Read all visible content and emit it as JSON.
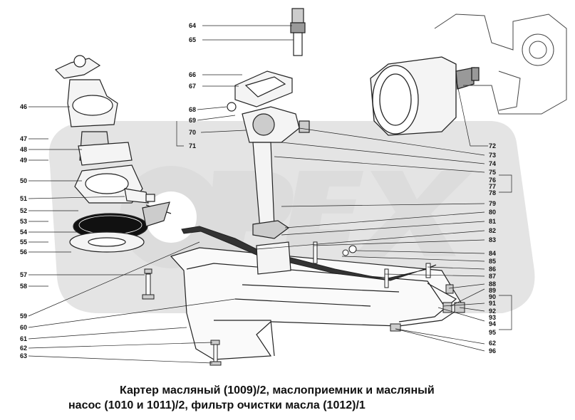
{
  "caption": {
    "line1": "Картер масляный (1009)/2, маслоприемник и масляный",
    "line2": "насос (1010 и 1011)/2, фильтр очистки масла (1012)/1"
  },
  "watermark": {
    "text": "OREX",
    "color": "#cfcfcf"
  },
  "callouts": [
    {
      "id": "c64",
      "text": "64"
    },
    {
      "id": "c65",
      "text": "65"
    },
    {
      "id": "c66",
      "text": "66"
    },
    {
      "id": "c67",
      "text": "67"
    },
    {
      "id": "c68",
      "text": "68"
    },
    {
      "id": "c69",
      "text": "69"
    },
    {
      "id": "c70",
      "text": "70"
    },
    {
      "id": "c71",
      "text": "71"
    },
    {
      "id": "c46",
      "text": "46"
    },
    {
      "id": "c47",
      "text": "47"
    },
    {
      "id": "c48",
      "text": "48"
    },
    {
      "id": "c49",
      "text": "49"
    },
    {
      "id": "c50",
      "text": "50"
    },
    {
      "id": "c51",
      "text": "51"
    },
    {
      "id": "c52",
      "text": "52"
    },
    {
      "id": "c53",
      "text": "53"
    },
    {
      "id": "c54",
      "text": "54"
    },
    {
      "id": "c55",
      "text": "55"
    },
    {
      "id": "c56",
      "text": "56"
    },
    {
      "id": "c57",
      "text": "57"
    },
    {
      "id": "c58",
      "text": "58"
    },
    {
      "id": "c59",
      "text": "59"
    },
    {
      "id": "c60",
      "text": "60"
    },
    {
      "id": "c61",
      "text": "61"
    },
    {
      "id": "c62a",
      "text": "62"
    },
    {
      "id": "c63",
      "text": "63"
    },
    {
      "id": "c72",
      "text": "72"
    },
    {
      "id": "c73",
      "text": "73"
    },
    {
      "id": "c74",
      "text": "74"
    },
    {
      "id": "c75",
      "text": "75"
    },
    {
      "id": "c76",
      "text": "76"
    },
    {
      "id": "c77",
      "text": "77"
    },
    {
      "id": "c78",
      "text": "78"
    },
    {
      "id": "c79",
      "text": "79"
    },
    {
      "id": "c80",
      "text": "80"
    },
    {
      "id": "c81",
      "text": "81"
    },
    {
      "id": "c82",
      "text": "82"
    },
    {
      "id": "c83",
      "text": "83"
    },
    {
      "id": "c84",
      "text": "84"
    },
    {
      "id": "c85",
      "text": "85"
    },
    {
      "id": "c86",
      "text": "86"
    },
    {
      "id": "c87",
      "text": "87"
    },
    {
      "id": "c88",
      "text": "88"
    },
    {
      "id": "c89",
      "text": "89"
    },
    {
      "id": "c90",
      "text": "90"
    },
    {
      "id": "c91",
      "text": "91"
    },
    {
      "id": "c92",
      "text": "92"
    },
    {
      "id": "c93",
      "text": "93"
    },
    {
      "id": "c94",
      "text": "94"
    },
    {
      "id": "c95",
      "text": "95"
    },
    {
      "id": "c62b",
      "text": "62"
    },
    {
      "id": "c96",
      "text": "96"
    }
  ]
}
